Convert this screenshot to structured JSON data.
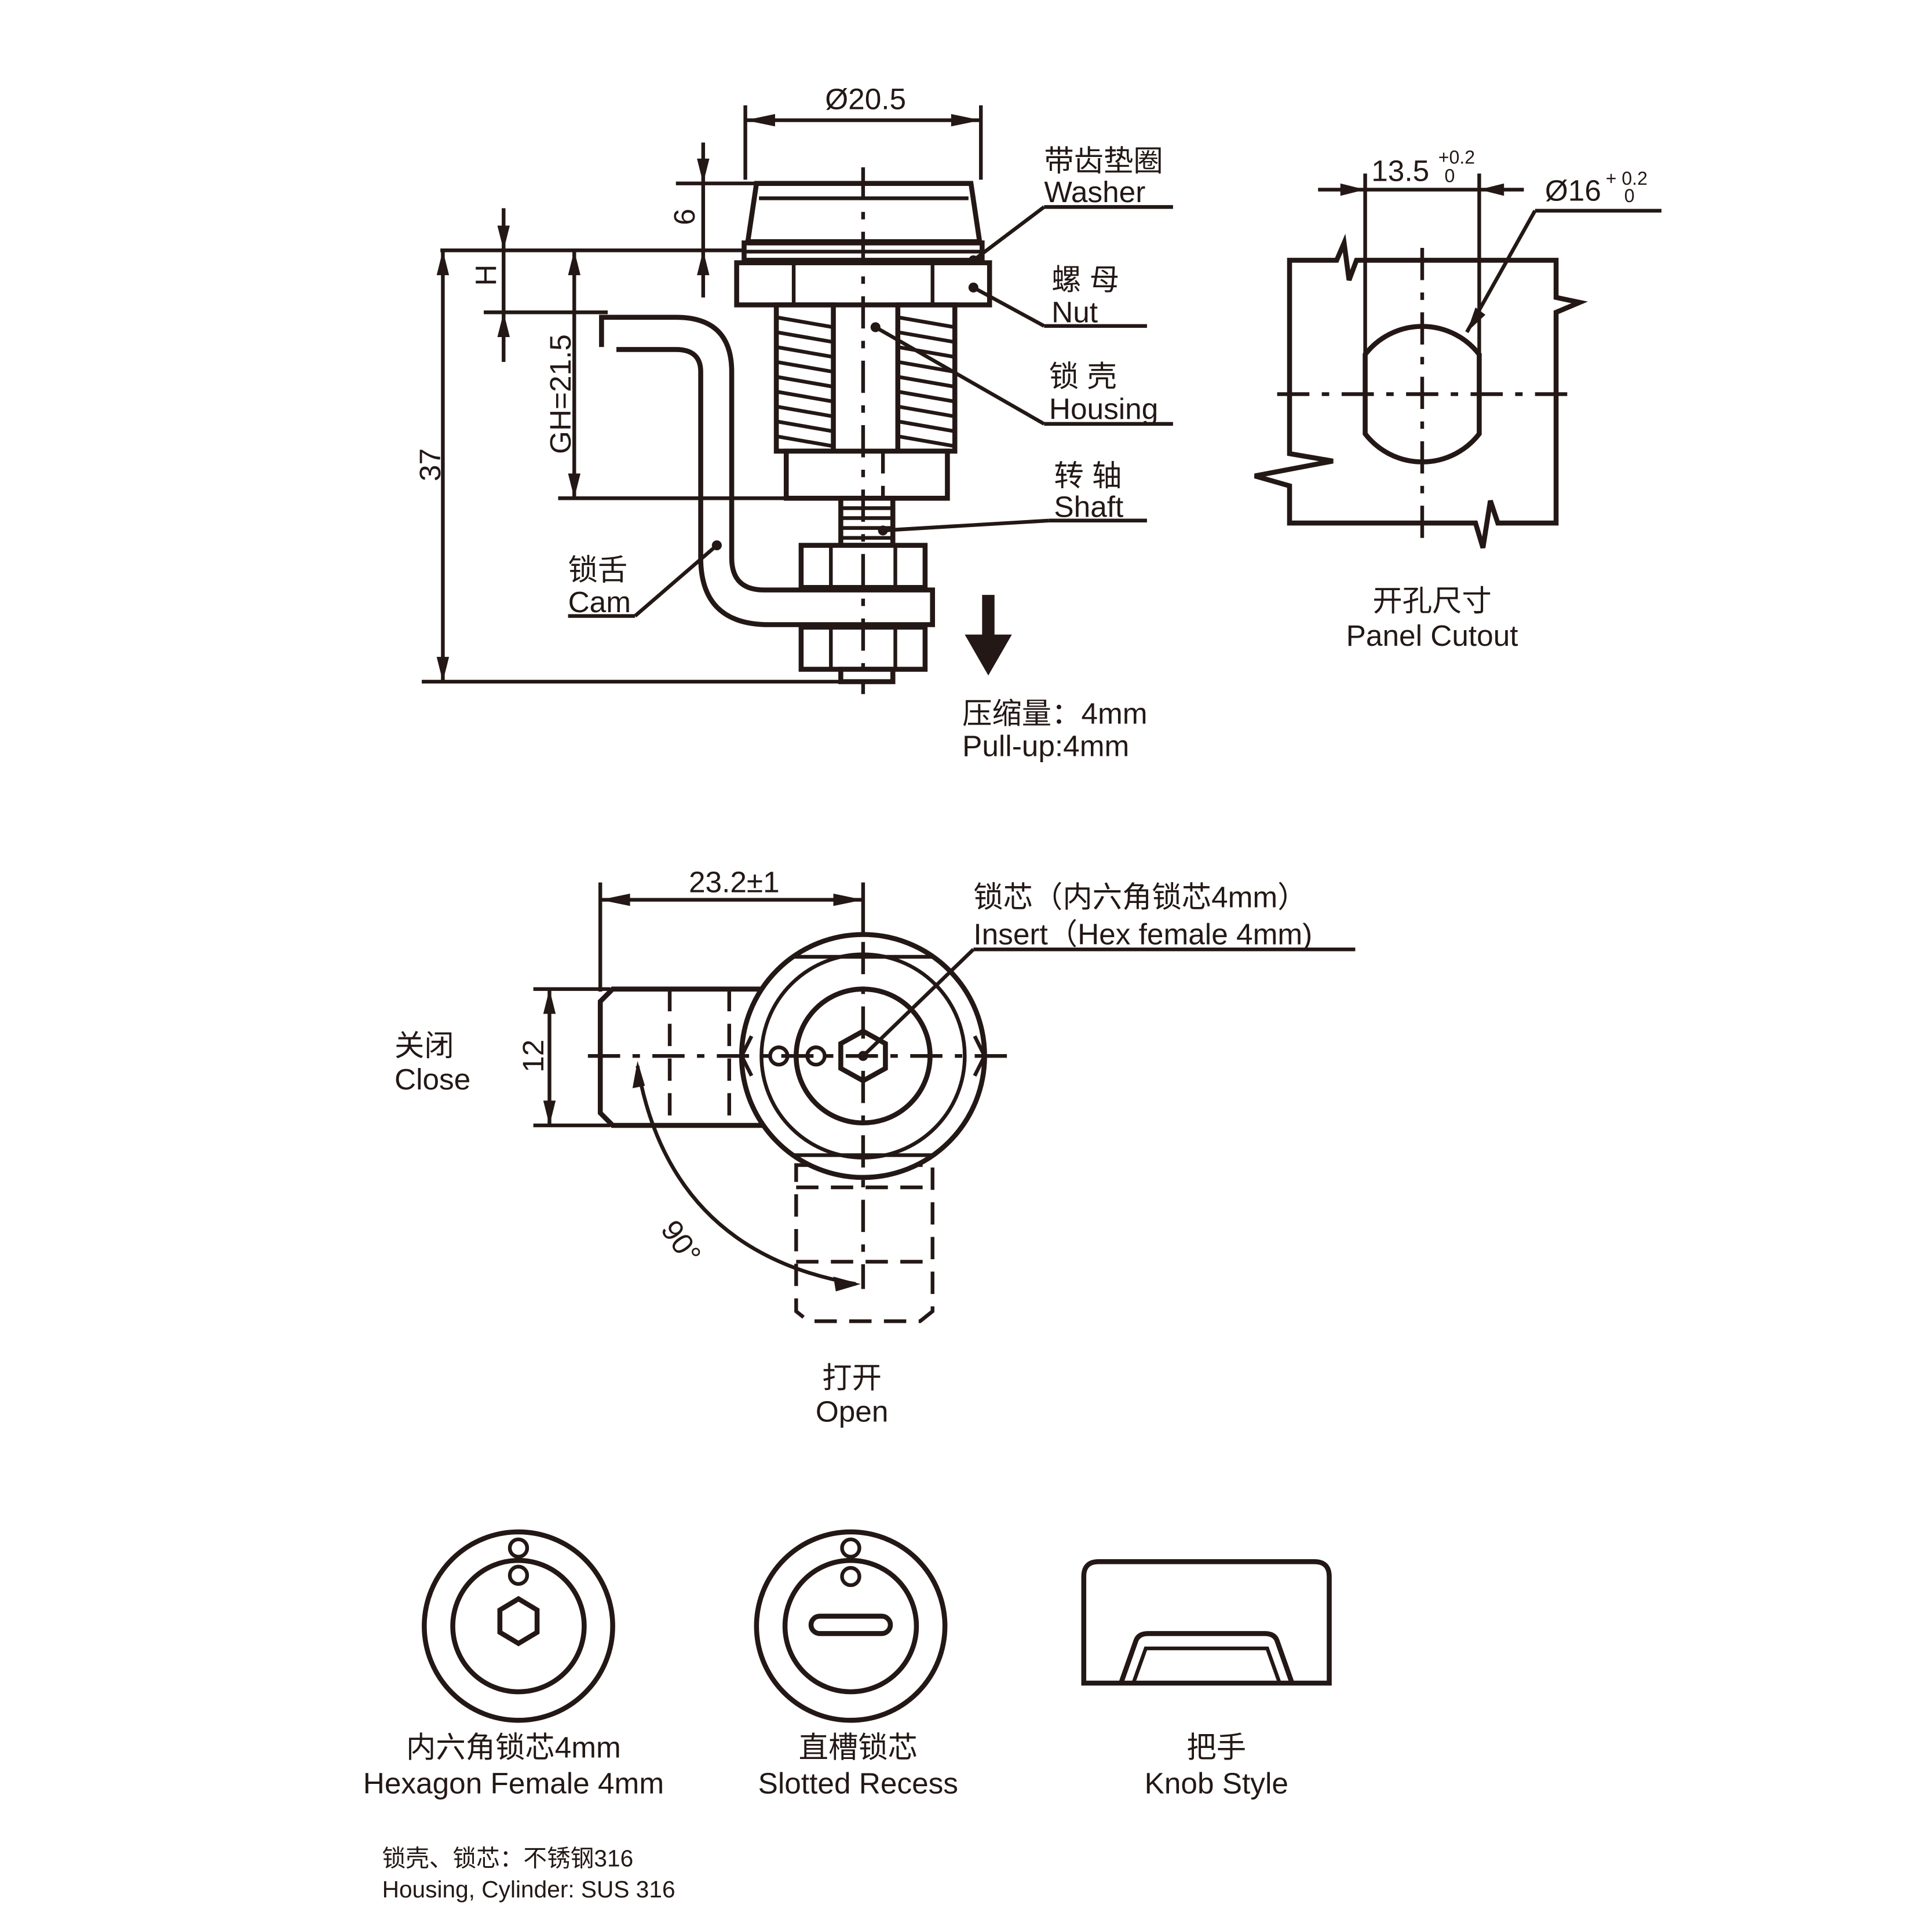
{
  "side_view": {
    "dim_diameter": "Ø20.5",
    "dim_height_6": "6",
    "dim_h": "H",
    "dim_gh": "GH=21.5",
    "dim_total": "37",
    "washer": {
      "cn": "带齿垫圈",
      "en": "Washer"
    },
    "nut": {
      "cn": "螺 母",
      "en": "Nut"
    },
    "housing": {
      "cn": "锁 壳",
      "en": "Housing"
    },
    "shaft": {
      "cn": "转 轴",
      "en": "Shaft"
    },
    "cam": {
      "cn": "锁舌",
      "en": "Cam"
    },
    "pullup": {
      "cn": "压缩量：4mm",
      "en": "Pull-up:4mm"
    }
  },
  "cutout": {
    "width": "13.5",
    "width_tol_upper": "+0.2",
    "width_tol_lower": "0",
    "diameter": "Ø16",
    "diameter_tol_upper": "+ 0.2",
    "diameter_tol_lower": "0",
    "caption_cn": "开孔尺寸",
    "caption_en": "Panel Cutout"
  },
  "front_view": {
    "dim_length": "23.2±1",
    "dim_width": "12",
    "angle": "90°",
    "insert": {
      "cn": "锁芯（内六角锁芯4mm）",
      "en": "Insert（Hex female 4mm)"
    },
    "close": {
      "cn": "关闭",
      "en": "Close"
    },
    "open": {
      "cn": "打开",
      "en": "Open"
    }
  },
  "variants": [
    {
      "cn": "内六角锁芯4mm",
      "en": "Hexagon Female 4mm",
      "icon": "hex-insert-icon"
    },
    {
      "cn": "直槽锁芯",
      "en": "Slotted Recess",
      "icon": "slot-insert-icon"
    },
    {
      "cn": "把手",
      "en": "Knob Style",
      "icon": "knob-icon"
    }
  ],
  "material": {
    "cn": "锁壳、锁芯：不锈钢316",
    "en": "Housing, Cylinder: SUS 316"
  }
}
